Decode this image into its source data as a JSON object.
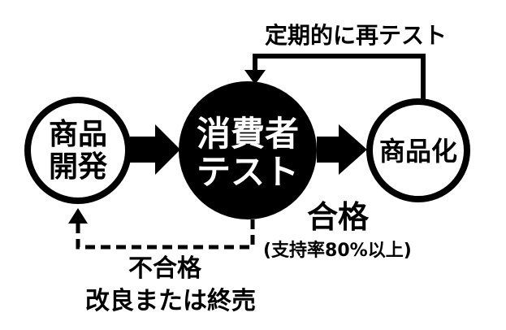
{
  "nodes": {
    "product_dev": {
      "line1": "商品",
      "line2": "開発"
    },
    "consumer_test": {
      "line1": "消費者",
      "line2": "テスト"
    },
    "productize": {
      "label": "商品化"
    }
  },
  "labels": {
    "retest": "定期的に再テスト",
    "pass": "合格",
    "pass_condition": "(支持率80%以上)",
    "fail": "不合格",
    "fail_action": "改良または終売"
  },
  "colors": {
    "ink": "#000000",
    "paper": "#ffffff"
  }
}
